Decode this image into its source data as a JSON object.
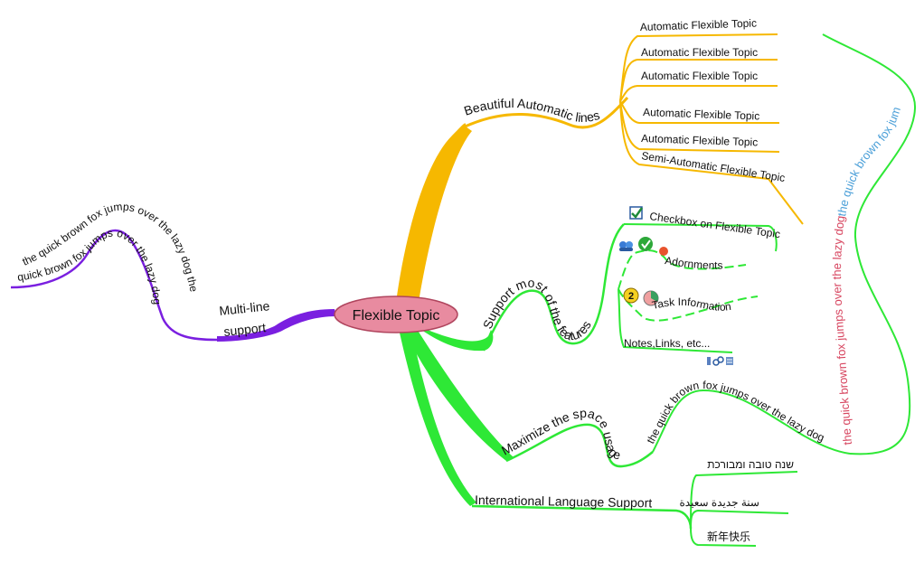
{
  "central": {
    "label": "Flexible Topic"
  },
  "branches": {
    "auto_lines": {
      "label": "Beautiful Automatic lines",
      "color": "#f6b800",
      "children": [
        "Automatic Flexible Topic",
        "Automatic Flexible Topic",
        "Automatic Flexible Topic",
        "Automatic Flexible Topic",
        "Automatic Flexible Topic",
        "Semi-Automatic Flexible Topic"
      ]
    },
    "features": {
      "label": "Support most of the features",
      "color": "#2ee836",
      "checkbox_topic": "Checkbox on Flexible Topic",
      "adornments": "Adornments",
      "task_info": "Task Information",
      "task_badge": "2",
      "notes_links": "Notes,Links, etc..."
    },
    "space": {
      "label": "Maximize the space usage",
      "wavy_text": "the quick brown fox jumps over the lazy dog",
      "vertical_red": "the quick brown fox jumps over the lazy dog",
      "vertical_blue": "the quick brown fox jumps over the lazy dog",
      "color_red": "#d7455f",
      "color_blue": "#4a9fd8"
    },
    "international": {
      "label": "International Language Support",
      "hebrew": "שנה טובה ומבורכת",
      "arabic": "سنة جديدة سعيدة",
      "chinese": "新年快乐"
    },
    "multiline": {
      "label_line1": "Multi-line",
      "label_line2": "support",
      "color": "#7a1fe0",
      "wavy_line1": "the quick brown fox jumps over the lazy dog the",
      "wavy_line2": "quick brown fox jumps over the lazy dog"
    }
  },
  "colors": {
    "central_fill": "#e88ba0",
    "central_stroke": "#b0455e",
    "yellow": "#f6b800",
    "green": "#2ee836",
    "purple": "#7a1fe0"
  }
}
